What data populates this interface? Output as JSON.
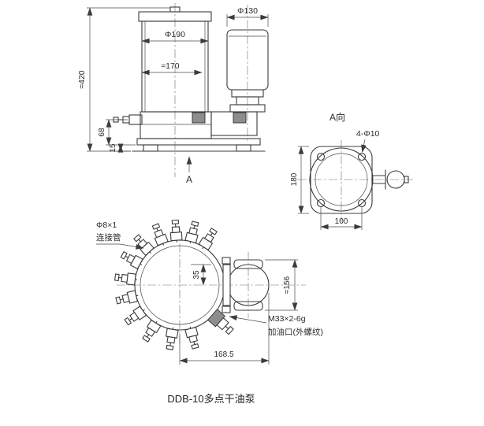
{
  "caption": "DDB-10多点干油泵",
  "side_view": {
    "dim_total_height": "≈420",
    "dim_body_diameter": "Φ190",
    "dim_body_width": "≈170",
    "dim_motor_diameter": "Φ130",
    "dim_base_height": "68",
    "dim_foot_height": "15",
    "section_arrow": "A"
  },
  "view_a": {
    "title": "A向",
    "dim_bolt_holes": "4-Φ10",
    "dim_height": "180",
    "dim_width": "100"
  },
  "plan_view": {
    "pipe_spec": "Φ8×1",
    "pipe_name": "连接管",
    "dim_center_offset": "35",
    "dim_motor_height": "≈156",
    "dim_length": "168.5",
    "filler_spec": "M33×2-6g",
    "filler_name": "加油口(外螺纹)"
  }
}
